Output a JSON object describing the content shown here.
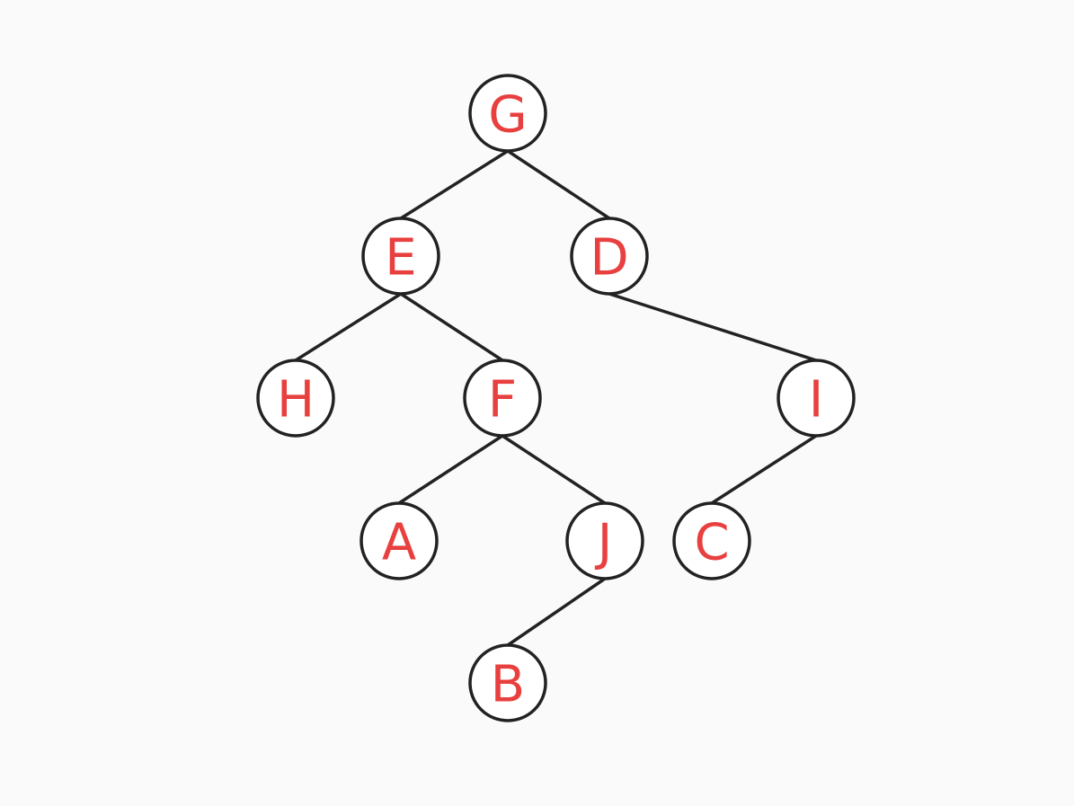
{
  "colors": {
    "background": "#fafafa",
    "node_stroke": "#222222",
    "node_fill": "#ffffff",
    "label": "#e8403f",
    "edge": "#222222"
  },
  "tree": {
    "nodes": [
      {
        "id": "G",
        "label": "G"
      },
      {
        "id": "E",
        "label": "E"
      },
      {
        "id": "D",
        "label": "D"
      },
      {
        "id": "H",
        "label": "H"
      },
      {
        "id": "F",
        "label": "F"
      },
      {
        "id": "I",
        "label": "I"
      },
      {
        "id": "A",
        "label": "A"
      },
      {
        "id": "J",
        "label": "J"
      },
      {
        "id": "C",
        "label": "C"
      },
      {
        "id": "B",
        "label": "B"
      }
    ],
    "edges": [
      {
        "from": "G",
        "to": "E"
      },
      {
        "from": "G",
        "to": "D"
      },
      {
        "from": "E",
        "to": "H"
      },
      {
        "from": "E",
        "to": "F"
      },
      {
        "from": "D",
        "to": "I"
      },
      {
        "from": "F",
        "to": "A"
      },
      {
        "from": "F",
        "to": "J"
      },
      {
        "from": "I",
        "to": "C"
      },
      {
        "from": "J",
        "to": "B"
      }
    ]
  }
}
